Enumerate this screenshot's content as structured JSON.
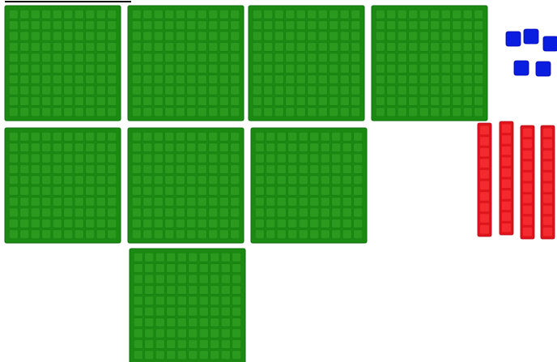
{
  "colors": {
    "background": "#ffffff",
    "hundreds_fill": "#1a8a12",
    "hundreds_cell": "#2a9a1f",
    "hundreds_stroke": "#0f6e0c",
    "tens_fill": "#e0141c",
    "tens_cell": "#ff3b3b",
    "ones_fill": "#0a1ee0",
    "ones_stroke": "#0000b0",
    "top_line": "#111111"
  },
  "blocks": {
    "hundreds": {
      "count": 8,
      "grid": 10
    },
    "tens": {
      "count": 4,
      "units_per_rod": 10
    },
    "ones": {
      "count": 5
    }
  }
}
